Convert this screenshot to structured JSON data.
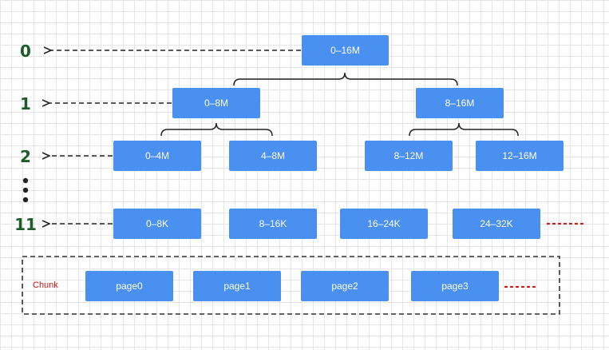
{
  "levels": [
    "0",
    "1",
    "2",
    "11"
  ],
  "tree": {
    "root": "0–16M",
    "level1": [
      "0–8M",
      "8–16M"
    ],
    "level2": [
      "0–4M",
      "4–8M",
      "8–12M",
      "12–16M"
    ],
    "level11": [
      "0–8K",
      "8–16K",
      "16–24K",
      "24–32K"
    ]
  },
  "chunk": {
    "label": "Chunk",
    "pages": [
      "page0",
      "page1",
      "page2",
      "page3"
    ]
  },
  "colors": {
    "node": "#4a90f0",
    "level_number": "#1e5b2a",
    "arrow": "#222222",
    "ellipsis": "#d01515",
    "chunk_label": "#d01515"
  }
}
